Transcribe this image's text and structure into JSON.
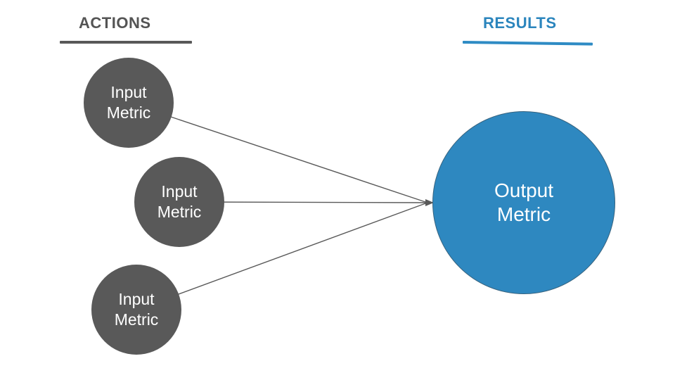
{
  "headers": {
    "actions": {
      "label": "ACTIONS",
      "text_color": "#545454",
      "underline_color": "#595959"
    },
    "results": {
      "label": "RESULTS",
      "text_color": "#2b85bd",
      "underline_color": "#2e8bc4"
    }
  },
  "nodes": {
    "inputs": [
      {
        "id": "input-metric-1",
        "line1": "Input",
        "line2": "Metric"
      },
      {
        "id": "input-metric-2",
        "line1": "Input",
        "line2": "Metric"
      },
      {
        "id": "input-metric-3",
        "line1": "Input",
        "line2": "Metric"
      }
    ],
    "output": {
      "id": "output-metric",
      "line1": "Output",
      "line2": "Metric"
    }
  },
  "connectors": [
    {
      "from": "input-metric-1",
      "to": "output-metric"
    },
    {
      "from": "input-metric-2",
      "to": "output-metric"
    },
    {
      "from": "input-metric-3",
      "to": "output-metric"
    }
  ],
  "colors": {
    "input_node_fill": "#595959",
    "output_node_fill": "#2e88c0",
    "connector": "#595959",
    "node_text": "#ffffff",
    "background": "#ffffff"
  }
}
